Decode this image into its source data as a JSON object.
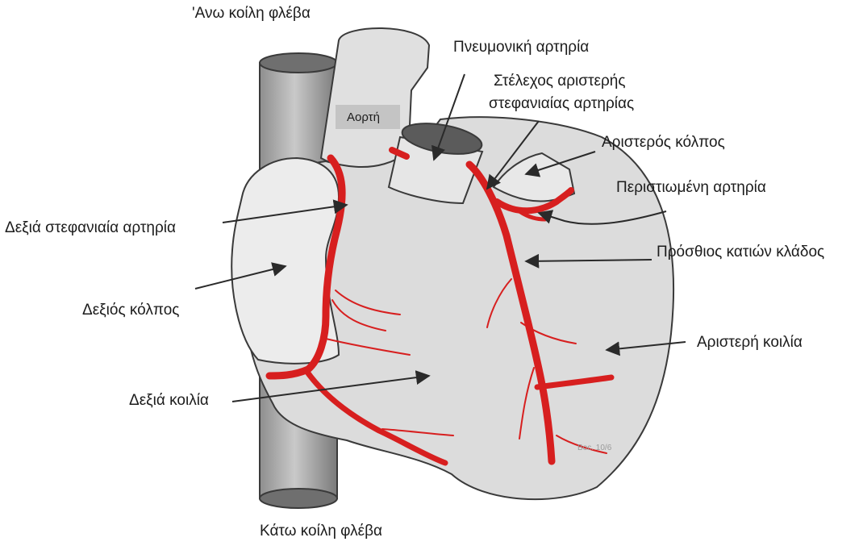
{
  "labels": {
    "superior_vena_cava": "'Ανω κοίλη φλέβα",
    "pulmonary_artery": "Πνευμονική αρτηρία",
    "left_main_line1": "Στέλεχος αριστερής",
    "left_main_line2": "στεφανιαίας αρτηρίας",
    "aorta": "Αορτή",
    "left_atrium": "Αριστερός κόλπος",
    "circumflex": "Περιστιωμένη αρτηρία",
    "right_coronary": "Δεξιά στεφανιαία αρτηρία",
    "anterior_descending": "Πρόσθιος κατιών κλάδος",
    "right_atrium": "Δεξιός κόλπος",
    "left_ventricle": "Αριστερή κοιλία",
    "right_ventricle": "Δεξιά κοιλία",
    "inferior_vena_cava": "Κάτω κοίλη φλέβα"
  },
  "colors": {
    "artery": "#d71f1f",
    "tissue": "#e6e6e6",
    "vein": "#9a9a9a",
    "outline": "#3a3a3a"
  }
}
